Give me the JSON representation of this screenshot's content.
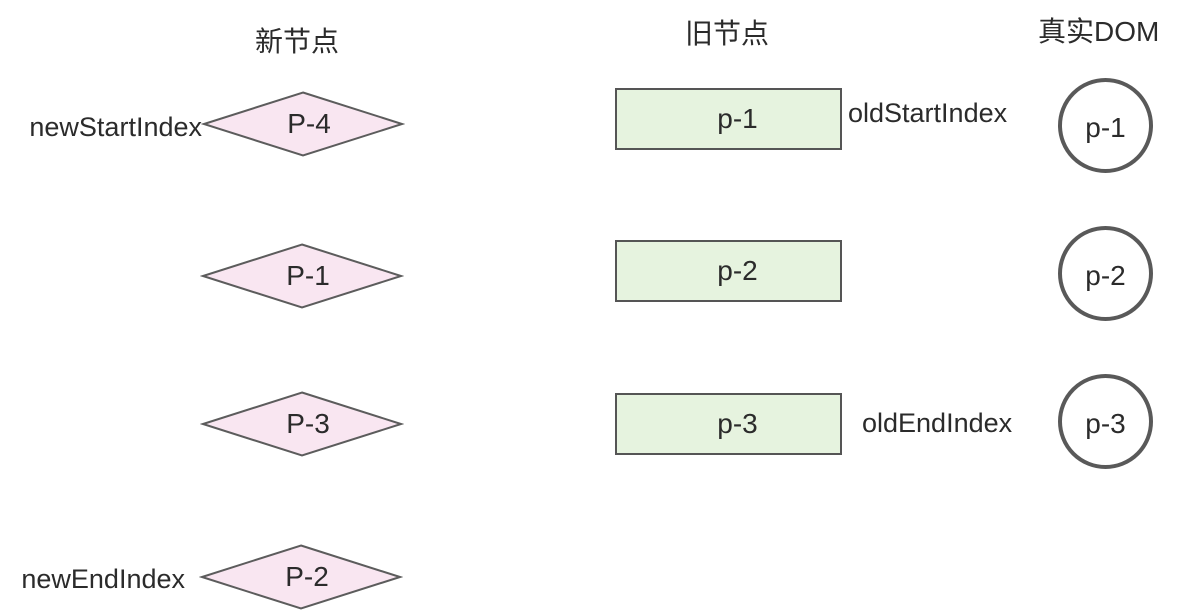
{
  "headers": {
    "new_nodes": "新节点",
    "old_nodes": "旧节点",
    "real_dom": "真实DOM"
  },
  "pointers": {
    "new_start": "newStartIndex",
    "new_end": "newEndIndex",
    "old_start": "oldStartIndex",
    "old_end": "oldEndIndex"
  },
  "new_nodes": [
    {
      "label": "P-4"
    },
    {
      "label": "P-1"
    },
    {
      "label": "P-3"
    },
    {
      "label": "P-2"
    }
  ],
  "old_nodes": [
    {
      "label": "p-1"
    },
    {
      "label": "p-2"
    },
    {
      "label": "p-3"
    }
  ],
  "dom_nodes": [
    {
      "label": "p-1"
    },
    {
      "label": "p-2"
    },
    {
      "label": "p-3"
    }
  ],
  "colors": {
    "new_node_fill": "#f9e6f1",
    "new_node_stroke": "#5c5c5c",
    "old_node_fill": "#e6f3df",
    "old_node_stroke": "#555555",
    "dom_node_fill": "#ffffff",
    "dom_node_stroke": "#595959",
    "text": "#2b2b2b"
  }
}
